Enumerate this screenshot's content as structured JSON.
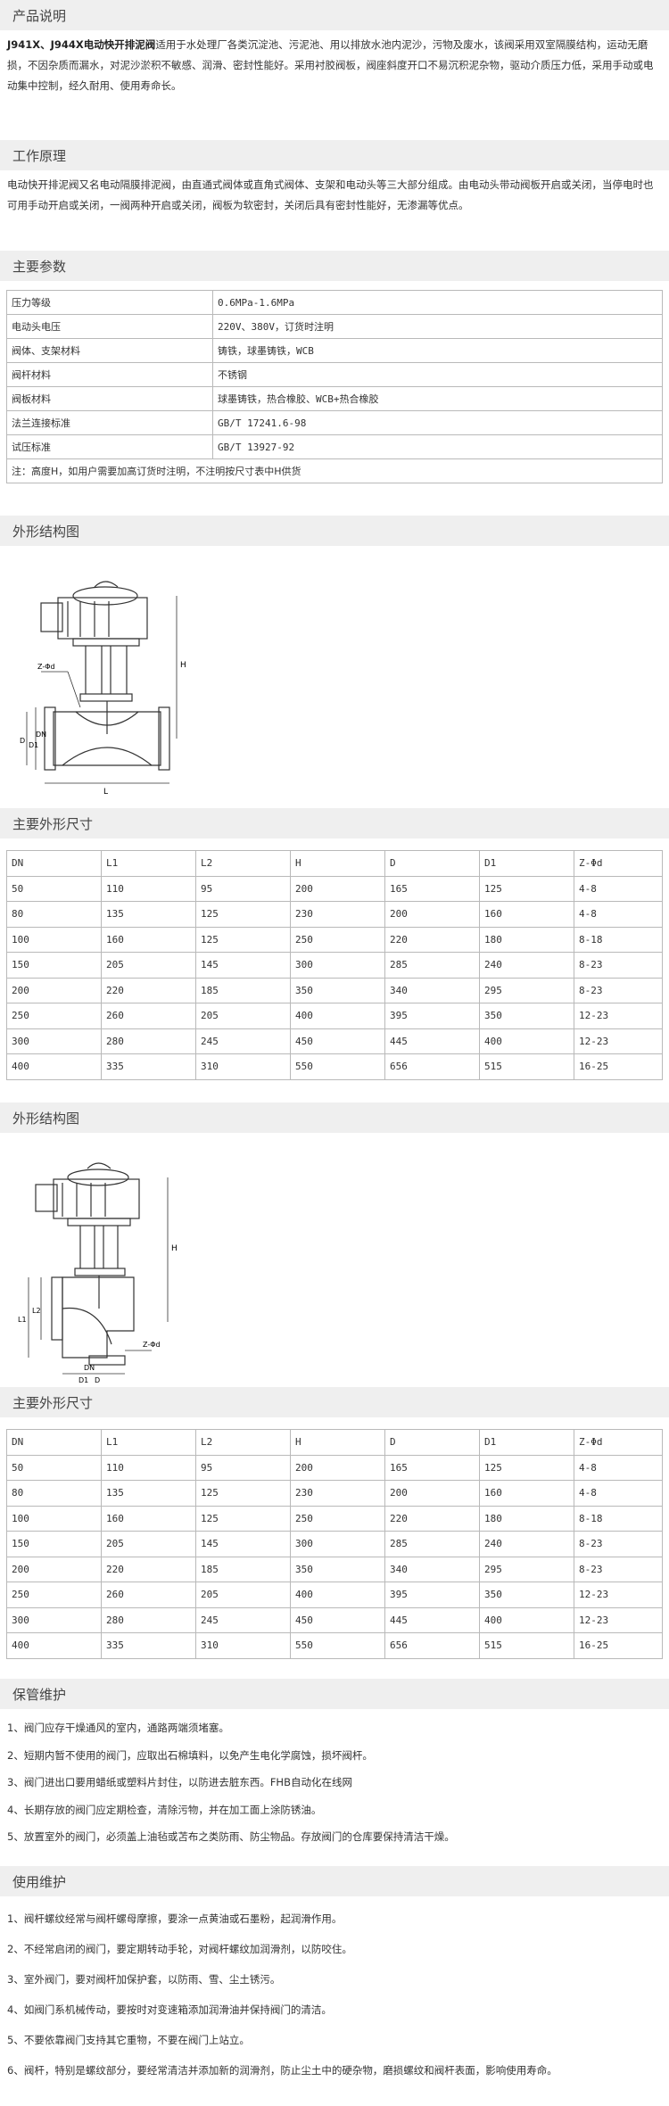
{
  "sections": {
    "intro_title": "产品说明",
    "principle_title": "工作原理",
    "params_title": "主要参数",
    "diagram1_title": "外形结构图",
    "dims1_title": "主要外形尺寸",
    "diagram2_title": "外形结构图",
    "dims2_title": "主要外形尺寸",
    "storage_title": "保管维护",
    "usage_title": "使用维护"
  },
  "intro": {
    "bold": "J941X、J944X电动快开排泥阀",
    "text": "适用于水处理厂各类沉淀池、污泥池、用以排放水池内泥沙，污物及废水，该阀采用双室隔膜结构，运动无磨损，不因杂质而漏水，对泥沙淤积不敏感、润滑、密封性能好。采用衬胶阀板，阀座斜度开口不易沉积泥杂物，驱动介质压力低，采用手动或电动集中控制，经久耐用、使用寿命长。"
  },
  "principle": {
    "text": "电动快开排泥阀又名电动隔膜排泥阀，由直通式阀体或直角式阀体、支架和电动头等三大部分组成。由电动头带动阀板开启或关闭，当停电时也可用手动开启或关闭，一阀两种开启或关闭，阀板为软密封，关闭后具有密封性能好，无渗漏等优点。"
  },
  "params": [
    [
      "压力等级",
      "0.6MPa-1.6MPa"
    ],
    [
      "电动头电压",
      "220V、380V，订货时注明"
    ],
    [
      "阀体、支架材料",
      "铸铁，球墨铸铁，WCB"
    ],
    [
      "阀杆材料",
      "不锈钢"
    ],
    [
      "阀板材料",
      "球墨铸铁，热合橡胶、WCB+热合橡胶"
    ],
    [
      "法兰连接标准",
      "GB/T  17241.6-98"
    ],
    [
      "试压标准",
      "GB/T  13927-92"
    ]
  ],
  "params_note": "注：高度H，如用户需要加高订货时注明，不注明按尺寸表中H供货",
  "dims_header": [
    "DN",
    "L1",
    "L2",
    "H",
    "D",
    "D1",
    "Z-Φd"
  ],
  "dims_rows": [
    [
      "50",
      "110",
      "95",
      "200",
      "165",
      "125",
      "4-8"
    ],
    [
      "80",
      "135",
      "125",
      "230",
      "200",
      "160",
      "4-8"
    ],
    [
      "100",
      "160",
      "125",
      "250",
      "220",
      "180",
      "8-18"
    ],
    [
      "150",
      "205",
      "145",
      "300",
      "285",
      "240",
      "8-23"
    ],
    [
      "200",
      "220",
      "185",
      "350",
      "340",
      "295",
      "8-23"
    ],
    [
      "250",
      "260",
      "205",
      "400",
      "395",
      "350",
      "12-23"
    ],
    [
      "300",
      "280",
      "245",
      "450",
      "445",
      "400",
      "12-23"
    ],
    [
      "400",
      "335",
      "310",
      "550",
      "656",
      "515",
      "16-25"
    ]
  ],
  "diagram_labels": {
    "h": "H",
    "z_label": "Z-Φd",
    "d": "D",
    "d1": "D1",
    "dn": "DN",
    "l": "L",
    "l1": "L1",
    "l2": "L2"
  },
  "storage_items": [
    "1、阀门应存干燥通风的室内，通路两端须堵塞。",
    "2、短期内暂不使用的阀门，应取出石棉填料，以免产生电化学腐蚀，损坏阀杆。",
    "3、阀门进出口要用蜡纸或塑料片封住，以防进去脏东西。FHB自动化在线网",
    "4、长期存放的阀门应定期检查，清除污物，并在加工面上涂防锈油。",
    "5、放置室外的阀门，必须盖上油毡或苫布之类防雨、防尘物品。存放阀门的仓库要保持清洁干燥。"
  ],
  "usage_items": [
    "1、阀杆螺纹经常与阀杆螺母摩擦，要涂一点黄油或石墨粉，起润滑作用。",
    "2、不经常启闭的阀门，要定期转动手轮，对阀杆螺纹加润滑剂，以防咬住。",
    "3、室外阀门，要对阀杆加保护套，以防雨、雪、尘土锈污。",
    "4、如阀门系机械传动，要按时对变速箱添加润滑油并保持阀门的清洁。",
    "5、不要依靠阀门支持其它重物，不要在阀门上站立。",
    "6、阀杆，特别是螺纹部分，要经常清洁并添加新的润滑剂，防止尘土中的硬杂物，磨损螺纹和阀杆表面，影响使用寿命。"
  ]
}
